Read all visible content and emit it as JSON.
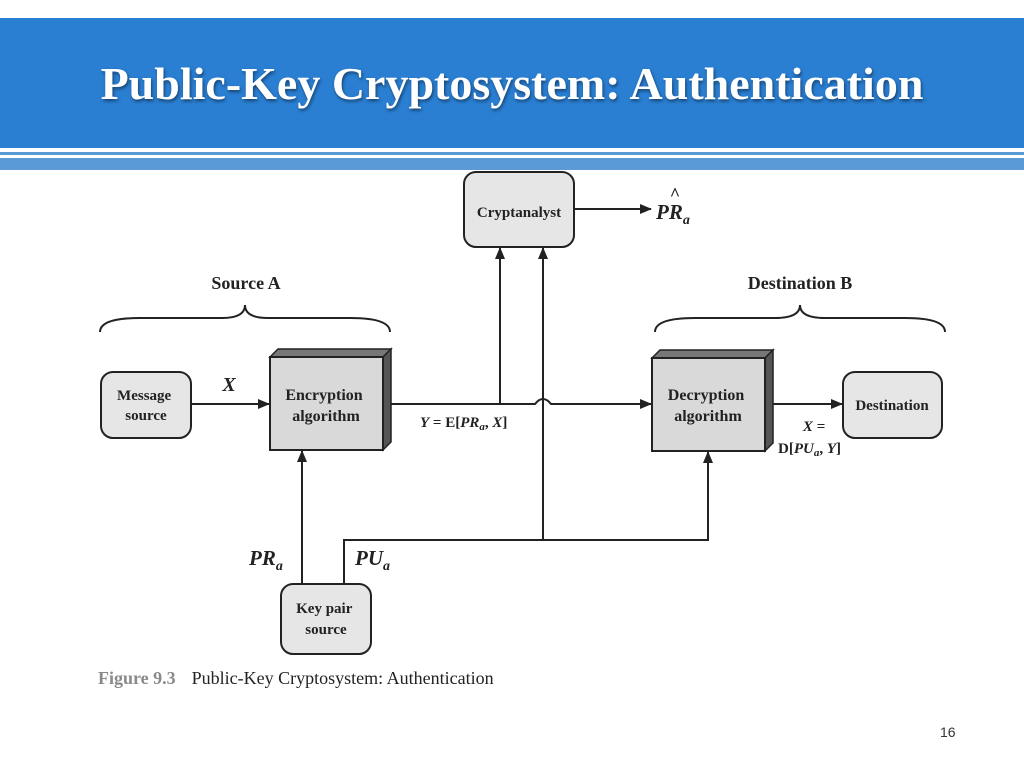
{
  "slide": {
    "title": "Public-Key Cryptosystem: Authentication",
    "page_number": "16",
    "accent_color": "#2a7fd3"
  },
  "diagram": {
    "source_group": "Source A",
    "destination_group": "Destination B",
    "nodes": {
      "message_source": [
        "Message",
        "source"
      ],
      "encryption": [
        "Encryption",
        "algorithm"
      ],
      "decryption": [
        "Decryption",
        "algorithm"
      ],
      "destination": "Destination",
      "cryptanalyst": "Cryptanalyst",
      "key_pair_source": [
        "Key pair",
        "source"
      ]
    },
    "labels": {
      "x": "X",
      "y_eq_prefix": "Y",
      "y_eq_mid": " = E[",
      "y_key": "PR",
      "y_key_sub": "a",
      "y_suffix_sep": ", ",
      "y_x": "X",
      "y_close": "]",
      "x_eq_line1": "X =",
      "x_eq_d": "D[",
      "x_eq_key": "PU",
      "x_eq_key_sub": "a",
      "x_eq_sep": ", ",
      "x_eq_y": "Y",
      "x_eq_close": "]",
      "pr_a": "PR",
      "pr_a_sub": "a",
      "pu_a": "PU",
      "pu_a_sub": "a",
      "pr_hat": "PR",
      "pr_hat_sub": "a",
      "pr_hat_mark": "^"
    }
  },
  "caption": {
    "figure_number": "Figure 9.3",
    "text": "Public-Key Cryptosystem: Authentication"
  }
}
